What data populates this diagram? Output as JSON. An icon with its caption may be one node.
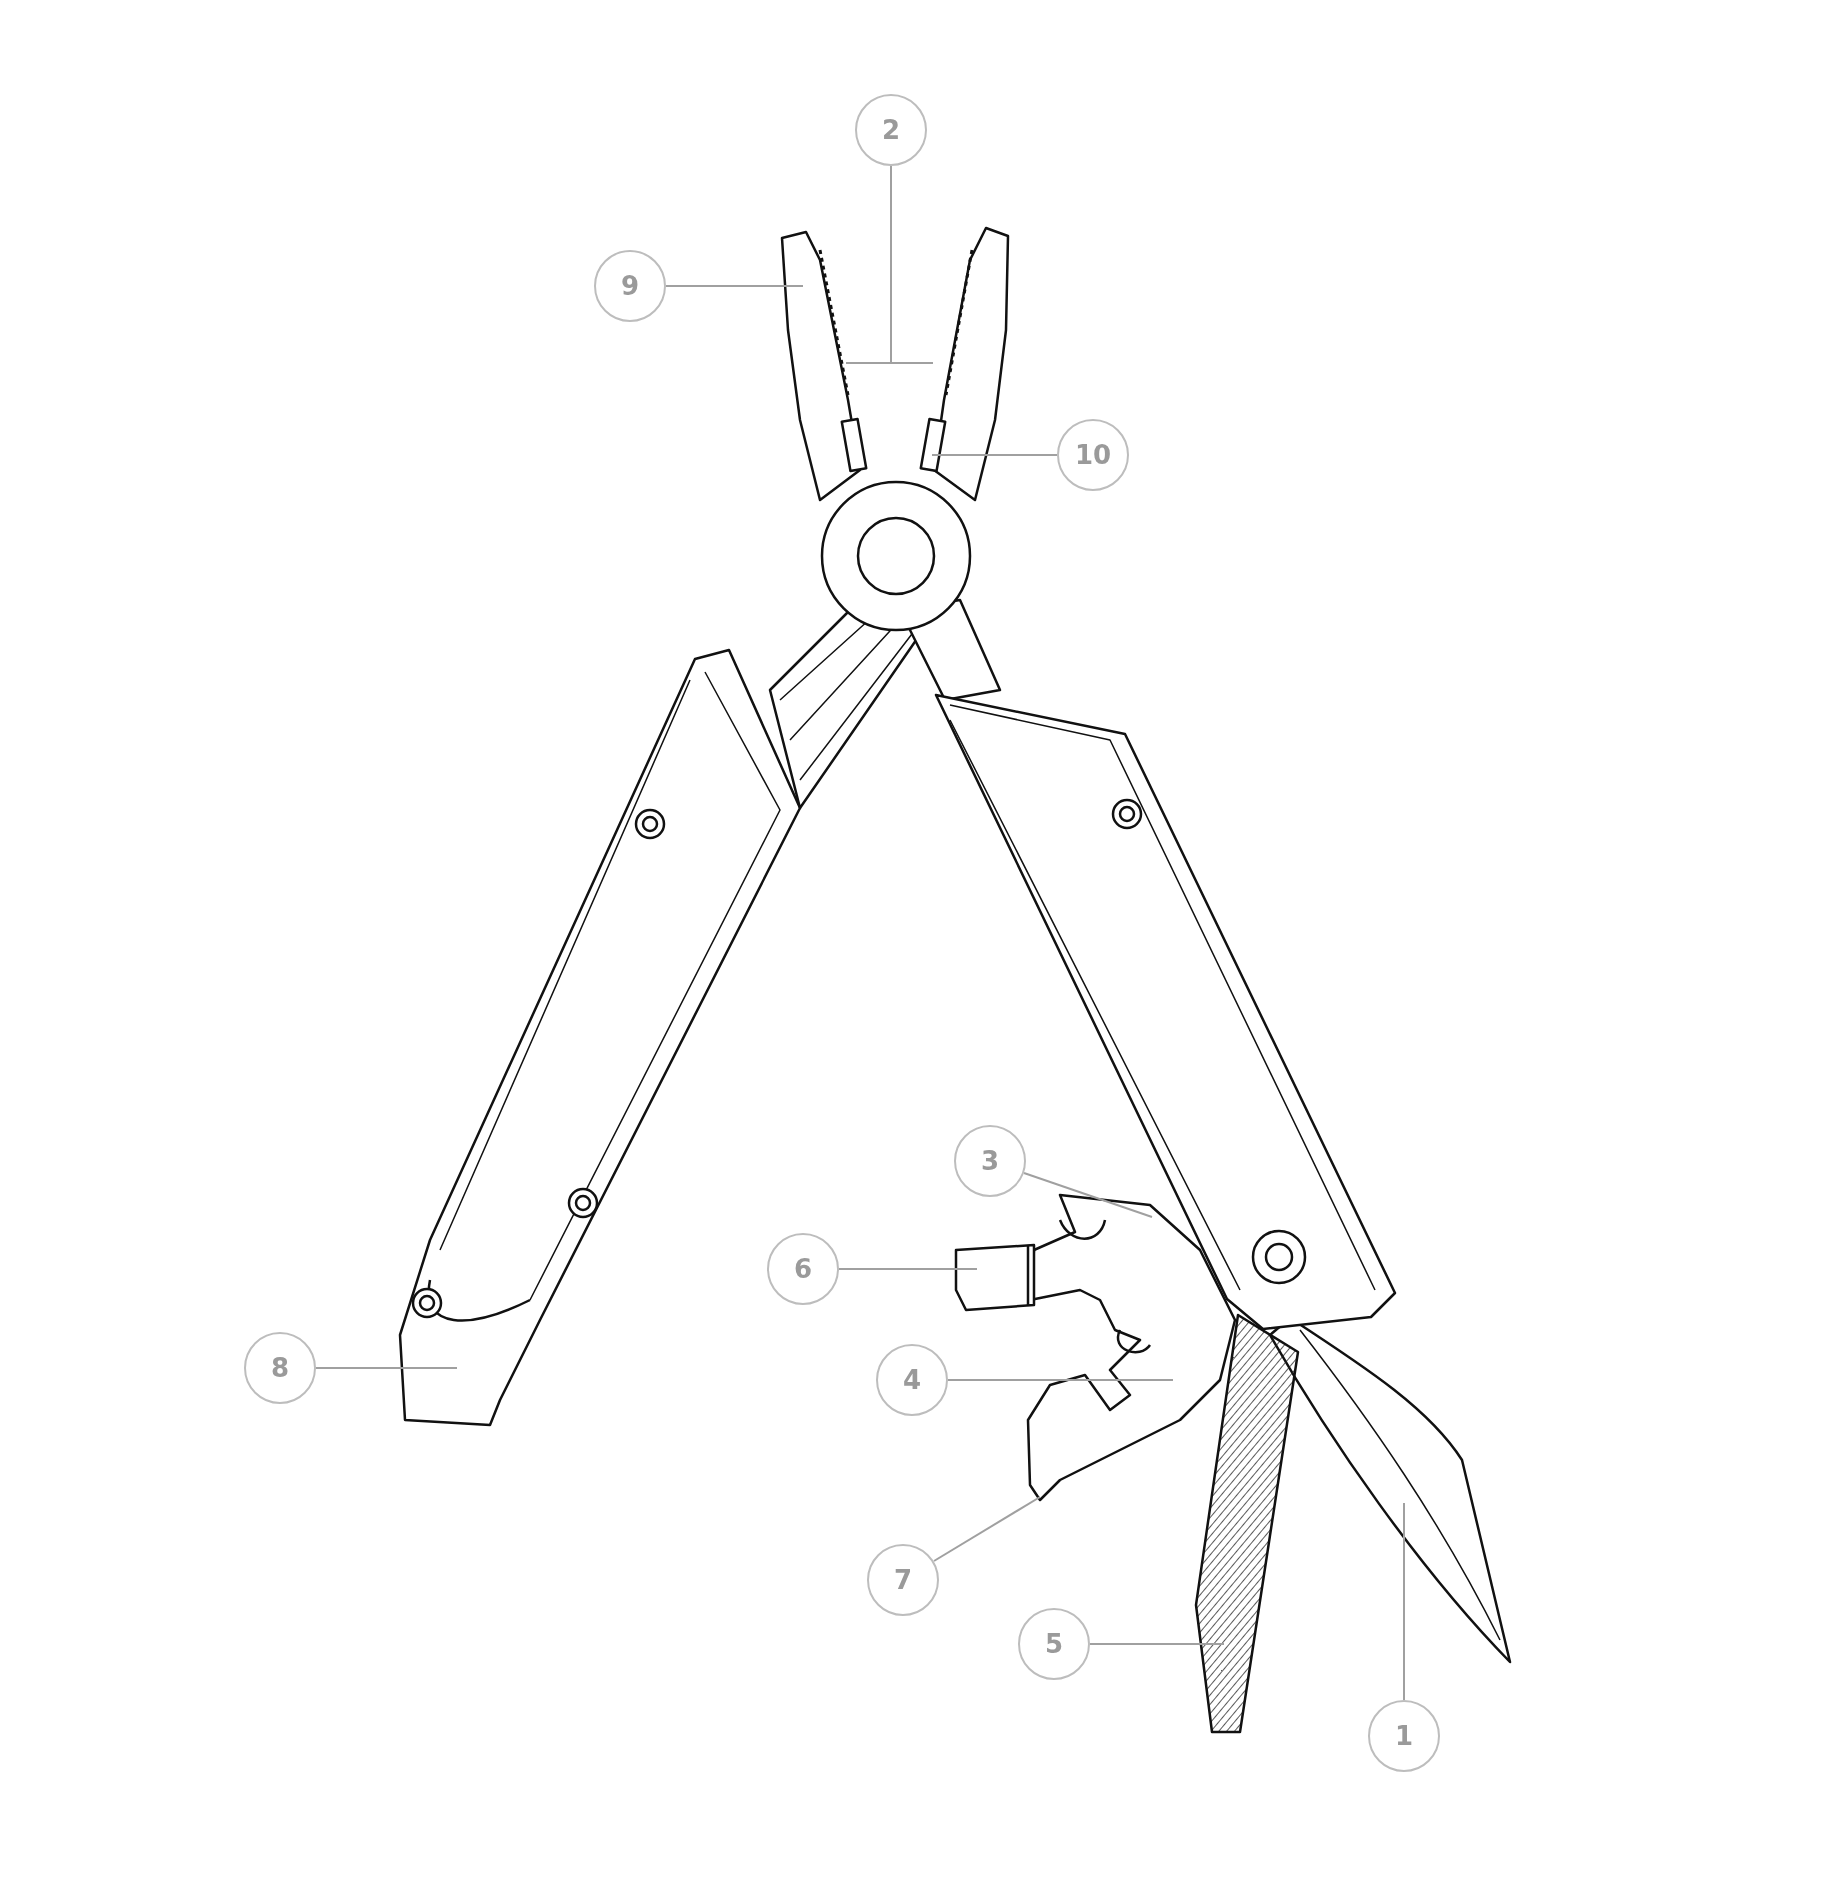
{
  "diagram": {
    "nodes": [
      {
        "text": [
          "2"
        ]
      },
      {
        "text": [
          "9"
        ]
      },
      {
        "text": [
          "10"
        ]
      },
      {
        "text": [
          "3"
        ]
      },
      {
        "text": [
          "6"
        ]
      },
      {
        "text": [
          "8"
        ]
      },
      {
        "text": [
          "4"
        ]
      },
      {
        "text": [
          "7"
        ]
      },
      {
        "text": [
          "5"
        ]
      },
      {
        "text": [
          "1"
        ]
      }
    ],
    "edges": [
      {
        "from": 0,
        "to": null,
        "arrow": "none"
      },
      {
        "from": 1,
        "to": null,
        "arrow": "none"
      },
      {
        "from": 2,
        "to": null,
        "arrow": "none"
      },
      {
        "from": 3,
        "to": null,
        "arrow": "none"
      },
      {
        "from": 4,
        "to": null,
        "arrow": "none"
      },
      {
        "from": 5,
        "to": null,
        "arrow": "none"
      },
      {
        "from": 6,
        "to": null,
        "arrow": "none"
      },
      {
        "from": 7,
        "to": null,
        "arrow": "none"
      },
      {
        "from": 8,
        "to": null,
        "arrow": "none"
      },
      {
        "from": 9,
        "to": null,
        "arrow": "none"
      }
    ]
  }
}
